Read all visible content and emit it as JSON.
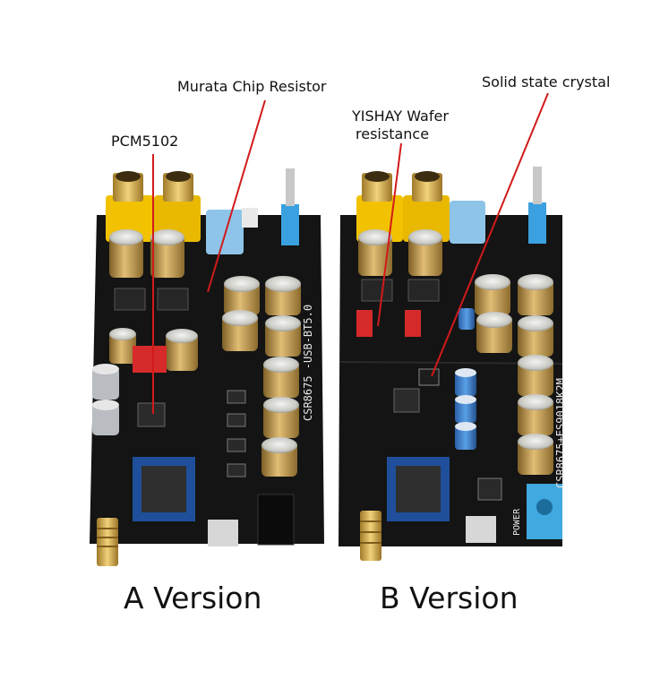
{
  "callouts": {
    "pcm": "PCM5102",
    "murata": "Murata Chip Resistor",
    "yishay_line1": "YISHAY Wafer",
    "yishay_line2": "resistance",
    "crystal": "Solid state crystal"
  },
  "silkscreen": {
    "board_a": "CSR8675 -USB-BT5.0",
    "board_b": "CSR8675+ES9018K2M",
    "power": "POWER"
  },
  "versions": {
    "a": "A Version",
    "b": "B Version"
  },
  "colors": {
    "pcb": "#141414",
    "rca_yellow": "#f2c200",
    "capacitor_gold": "#c9a25a",
    "callout_line": "#d11a1a",
    "bt_module": "#1f4f9a",
    "jack_blue": "#3fa9e0"
  }
}
